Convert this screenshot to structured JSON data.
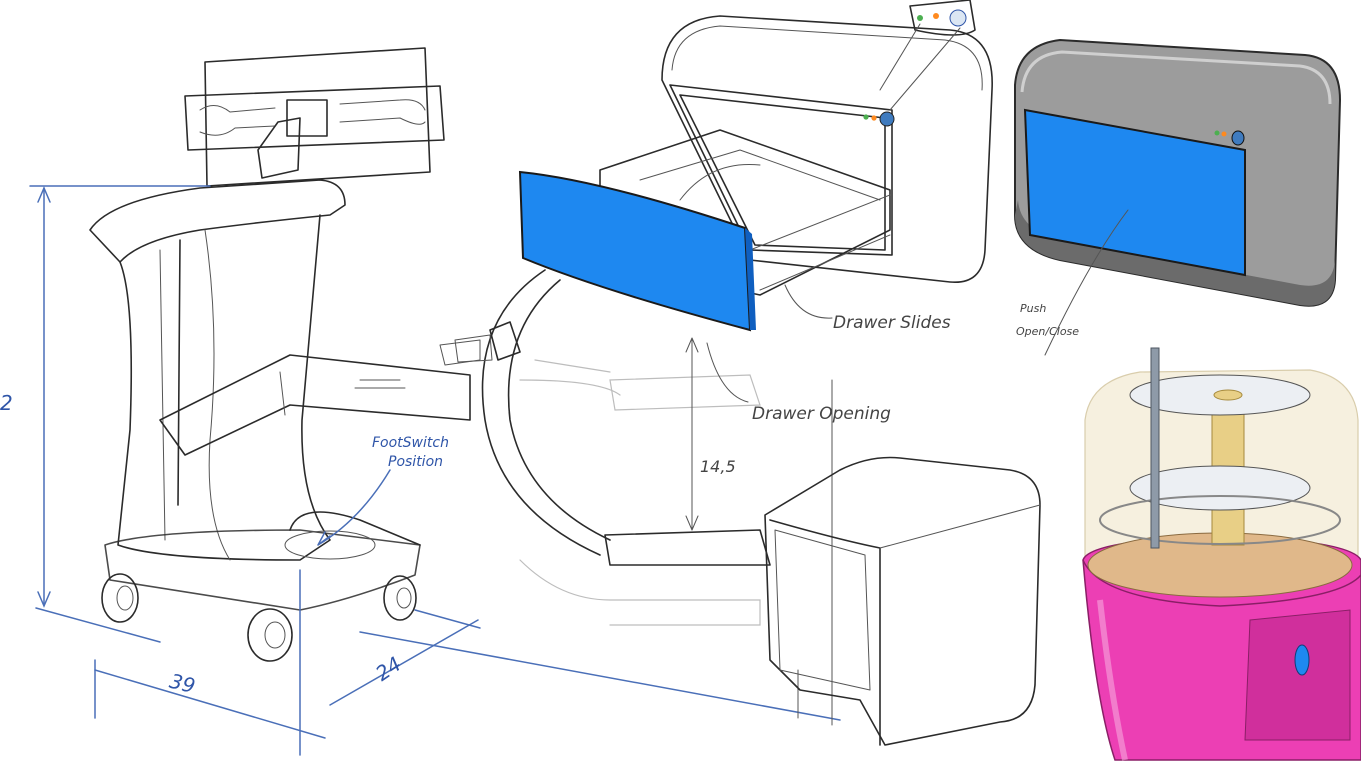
{
  "annotations": {
    "height_dim": "2",
    "width_dim": "39",
    "depth_dim": "24",
    "footswitch_line1": "FootSwitch",
    "footswitch_line2": "Position",
    "drawer_height_dim": "14,5",
    "drawer_slides": "Drawer Slides",
    "drawer_opening": "Drawer Opening",
    "push_line1": "Push",
    "push_line2": "Open/Close"
  },
  "colors": {
    "accent_blue": "#1e88f0",
    "accent_blue_dark": "#0f5fc0",
    "pink": "#ec3fb4",
    "pink_light": "#f6a6dc",
    "dimension_ink": "#4a6fb8",
    "cabinet_gray": "#9c9c9c",
    "led_green": "#4caf50",
    "led_orange": "#ff8a1f"
  },
  "icons": [
    "power-button-icon",
    "status-led-icon"
  ]
}
